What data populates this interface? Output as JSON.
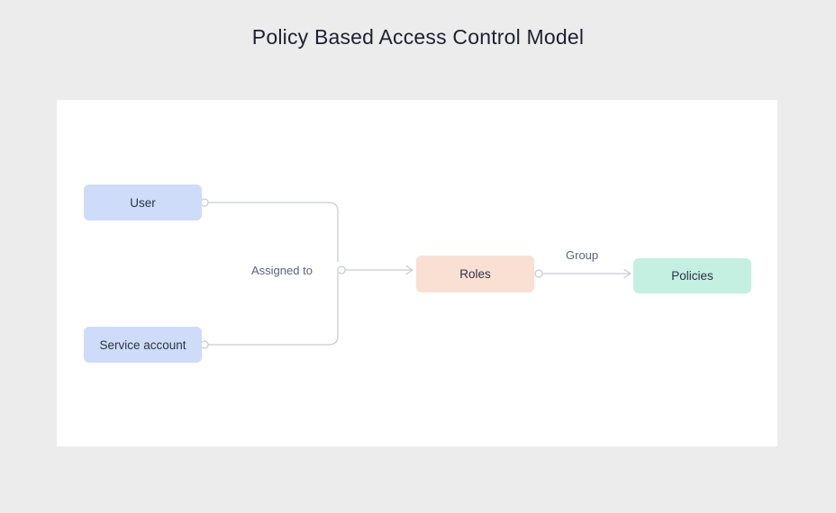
{
  "page": {
    "title": "Policy Based Access Control Model",
    "background_color": "#ececec",
    "canvas_color": "#ffffff"
  },
  "diagram": {
    "type": "flow-diagram",
    "nodes": [
      {
        "id": "user",
        "label": "User",
        "color": "#cedcfa",
        "text_color": "#2c3247"
      },
      {
        "id": "service-account",
        "label": "Service account",
        "color": "#cedcfa",
        "text_color": "#2c3247"
      },
      {
        "id": "roles",
        "label": "Roles",
        "color": "#fae0d2",
        "text_color": "#2c3247"
      },
      {
        "id": "policies",
        "label": "Policies",
        "color": "#c4f0e2",
        "text_color": "#2c3247"
      }
    ],
    "edges": [
      {
        "id": "user-to-roles",
        "from": "user",
        "to": "roles",
        "label": "Assigned to"
      },
      {
        "id": "service-account-to-roles",
        "from": "service-account",
        "to": "roles",
        "label": "Assigned to"
      },
      {
        "id": "roles-to-policies",
        "from": "roles",
        "to": "policies",
        "label": "Group"
      }
    ],
    "edge_labels": [
      {
        "id": "assigned-to",
        "text": "Assigned to"
      },
      {
        "id": "group",
        "text": "Group"
      }
    ],
    "connector_color": "#c9ccd4",
    "connector_endpoint": "circle",
    "connector_arrowhead": "open-chevron"
  }
}
